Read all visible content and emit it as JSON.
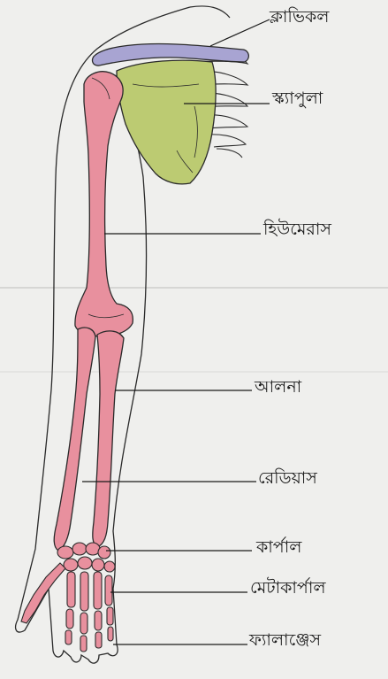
{
  "labels": {
    "clavicle": "ক্লাভিকল",
    "scapula": "স্ক্যাপুলা",
    "humerus": "হিউমেরাস",
    "ulna": "আলনা",
    "radius": "রেডিয়াস",
    "carpal": "কার্পাল",
    "metacarpal": "মেটাকার্পাল",
    "phalanges": "ফ্যালাঞ্জেস"
  },
  "colors": {
    "bone": "#e8909e",
    "scapula": "#bccb72",
    "clavicle": "#a8a4d2",
    "outline": "#2a2a2a",
    "background": "#efefed"
  }
}
